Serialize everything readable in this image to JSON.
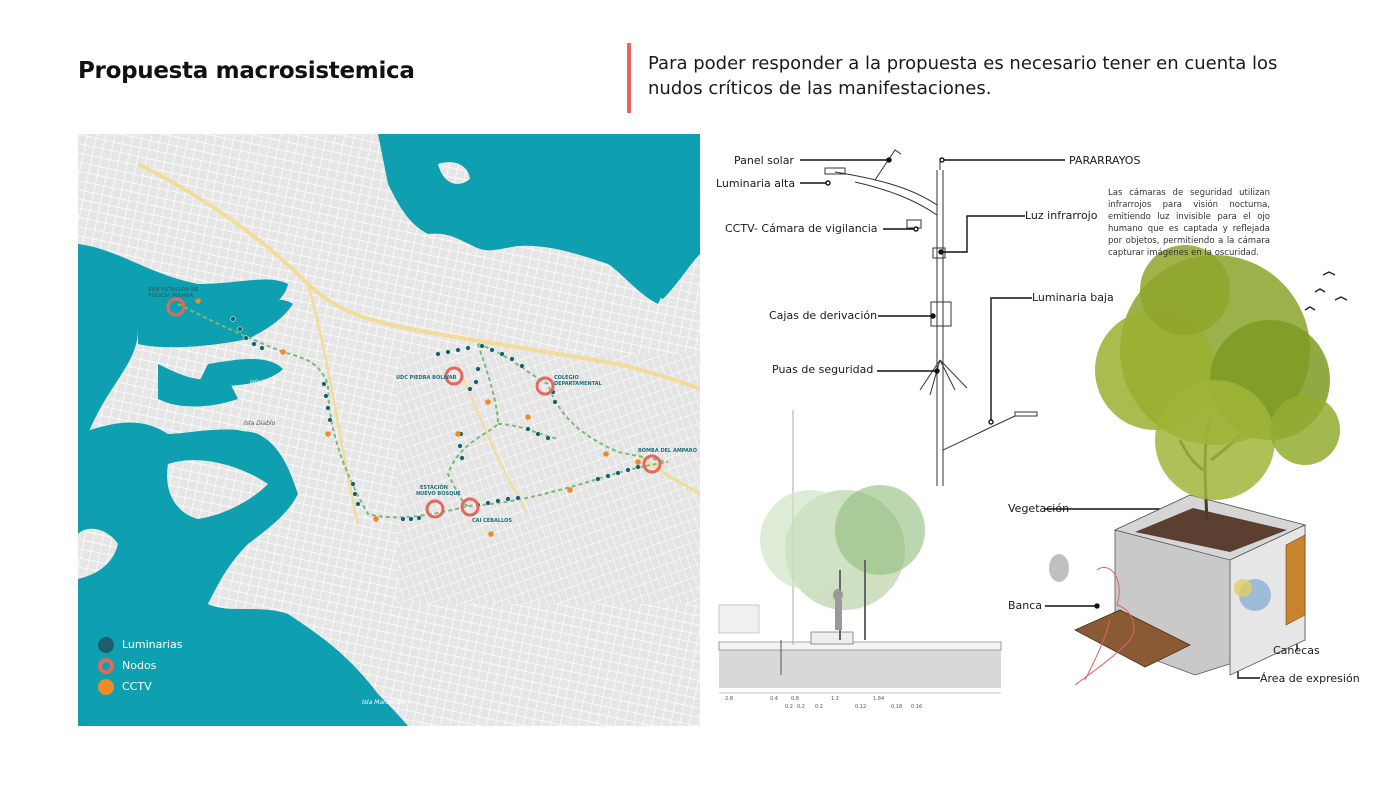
{
  "header": {
    "title": "Propuesta macrosistemica",
    "intro": "Para poder responder a la propuesta es necesario tener en cuenta los nudos críticos de las manifestaciones."
  },
  "map": {
    "labels": {
      "sub_estacion": [
        "SUB ESTACIÓN DE",
        "POLICÍA MANGA"
      ],
      "udc": "UDC PIEDRA BOLIVAR",
      "colegio": [
        "COLEGIO",
        "DEPARTAMENTAL"
      ],
      "bomba": "BOMBA DEL AMPARO",
      "estacion": [
        "ESTACIÓN",
        "NUEVO BOSQUE"
      ],
      "cai": "CAI CEBALLOS",
      "isla_ubia": "Isla Ubia",
      "isla_diablo": "Isla Diablo",
      "isla_manzanillo": "Isla Manzanillo"
    },
    "legend": [
      {
        "label": "Luminarias",
        "color": "#1a5f6b"
      },
      {
        "label": "Nodos",
        "color": "#e8675a"
      },
      {
        "label": "CCTV",
        "color": "#f08a24"
      }
    ]
  },
  "diagram": {
    "labels": {
      "panel_solar": "Panel solar",
      "pararrayos": "PARARRAYOS",
      "luminaria_alta": "Luminaria alta",
      "cctv": "CCTV- Cámara de vigilancia",
      "luz_infrarrojo": "Luz infrarrojo",
      "cajas": "Cajas de derivación",
      "luminaria_baja": "Luminaria baja",
      "puas": "Puas de seguridad",
      "vegetacion": "Vegetación",
      "banca": "Banca",
      "canecas": "Canecas",
      "area_expresion": "Área de expresión"
    },
    "note": "Las cámaras de seguridad utilizan infrarrojos para visión nocturna, emitiendo luz invisible para el ojo humano que es captada y reflejada por objetos, permitiendo a la cámara capturar imágenes en la oscuridad.",
    "dimensions": [
      "2.8",
      "0.4",
      "0.8",
      "1.2",
      "1.84",
      "0.2",
      "0.2",
      "0.2",
      "0.12",
      "0.18",
      "0.16"
    ]
  }
}
